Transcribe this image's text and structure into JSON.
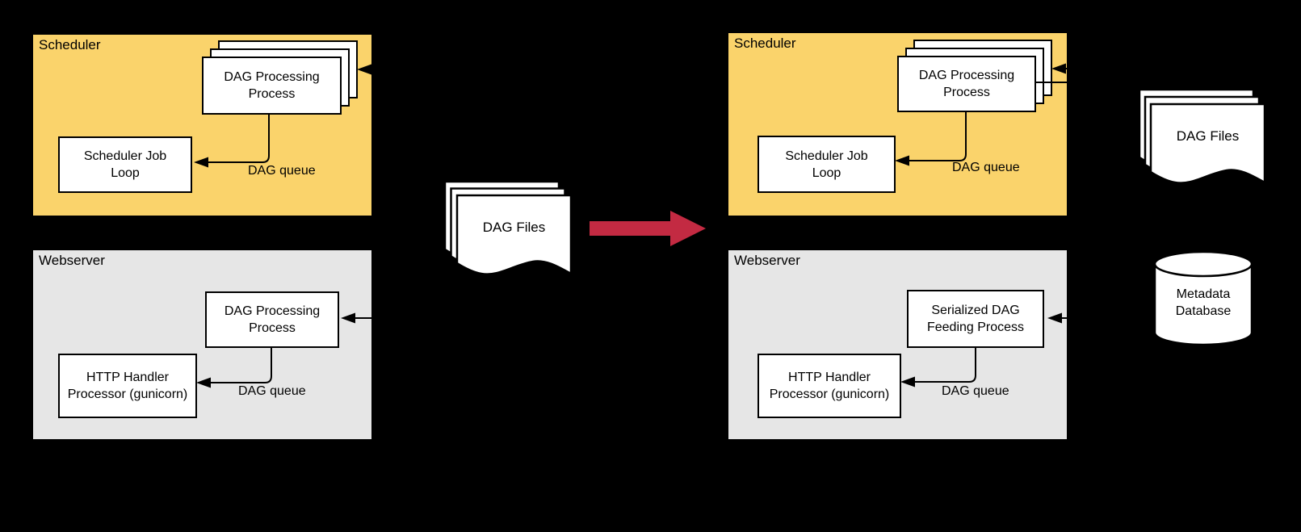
{
  "colors": {
    "background": "#000000",
    "scheduler_panel": "#FAD36B",
    "webserver_panel": "#E6E6E6",
    "transition_arrow": "#C32A42",
    "node_fill": "#FFFFFF",
    "line": "#000000"
  },
  "left_diagram": {
    "scheduler": {
      "title": "Scheduler",
      "dag_processing_box": "DAG Processing Process",
      "scheduler_job_loop_box": "Scheduler Job Loop",
      "dag_queue_label": "DAG queue"
    },
    "webserver": {
      "title": "Webserver",
      "dag_processing_box": "DAG Processing Process",
      "http_handler_box": "HTTP Handler Processor (gunicorn)",
      "dag_queue_label": "DAG queue"
    },
    "dag_files_label": "DAG Files"
  },
  "right_diagram": {
    "scheduler": {
      "title": "Scheduler",
      "dag_processing_box": "DAG Processing Process",
      "scheduler_job_loop_box": "Scheduler Job Loop",
      "dag_queue_label": "DAG queue"
    },
    "webserver": {
      "title": "Webserver",
      "serialized_dag_feeding_box": "Serialized DAG Feeding Process",
      "http_handler_box": "HTTP Handler Processor (gunicorn)",
      "dag_queue_label": "DAG queue"
    },
    "dag_files_label": "DAG Files",
    "metadata_database_label": "Metadata Database"
  }
}
